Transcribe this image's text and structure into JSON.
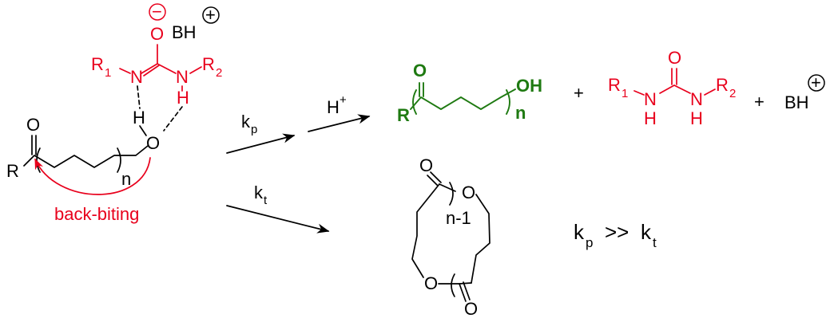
{
  "colors": {
    "catalyst": "#e8001c",
    "product": "#1f7a12",
    "ink": "#000000"
  },
  "labels": {
    "O_minus": "O",
    "minus": "−",
    "BH": "BH",
    "plus": "+",
    "R1": "R",
    "R1_sub": "1",
    "R2": "R",
    "R2_sub": "2",
    "N": "N",
    "H": "H",
    "O": "O",
    "R": "R",
    "n": "n",
    "back_biting": "back-biting",
    "kp": "k",
    "kp_sub": "p",
    "kt": "k",
    "kt_sub": "t",
    "H_plus": "H",
    "sup_plus": "+",
    "OH": "OH",
    "n_minus_1": "n-1",
    "relation_main": ">>"
  }
}
